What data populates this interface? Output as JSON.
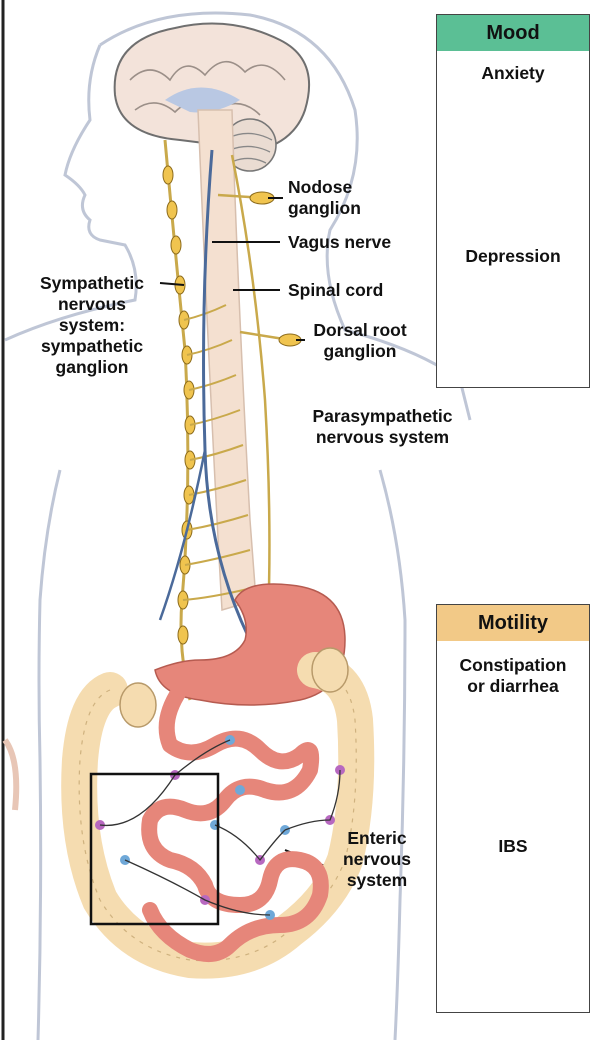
{
  "labels": {
    "nodose": [
      "Nodose",
      "ganglion"
    ],
    "vagus": "Vagus nerve",
    "sympathetic": [
      "Sympathetic",
      "nervous",
      "system:",
      "sympathetic",
      "ganglion"
    ],
    "spinal_cord": "Spinal cord",
    "dorsal_root": [
      "Dorsal root",
      "ganglion"
    ],
    "parasympathetic": [
      "Parasympathetic",
      "nervous system"
    ],
    "enteric": [
      "Enteric",
      "nervous",
      "system"
    ]
  },
  "mood_panel": {
    "title": "Mood",
    "items": [
      "Anxiety",
      "Depression"
    ],
    "color": "#5bbf95"
  },
  "motility_panel": {
    "title": "Motility",
    "items": [
      [
        "Constipation",
        "or diarrhea"
      ],
      "IBS"
    ],
    "color": "#f2c987"
  },
  "colors": {
    "skin": "#fbe6da",
    "brain": "#f3e3da",
    "spinal": "#f4e0d0",
    "ganglion": "#f0c44f",
    "nerve": "#c9a94b",
    "vagus": "#4b6a9a",
    "gut": "#e6867a",
    "colon": "#f5dcb0"
  }
}
